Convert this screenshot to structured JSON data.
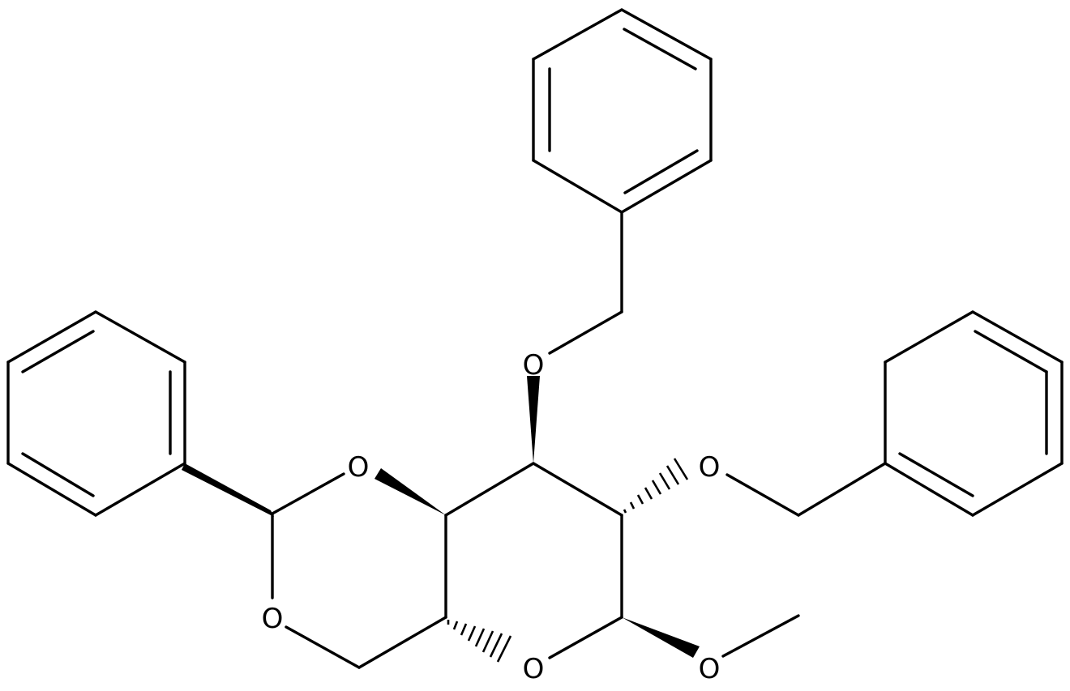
{
  "diagram": {
    "atom_labels": {
      "o_c3": "O",
      "o_c2": "O",
      "o_acetal_upper": "O",
      "o_acetal_lower": "O",
      "o_ring": "O",
      "o_methoxy": "O"
    }
  }
}
